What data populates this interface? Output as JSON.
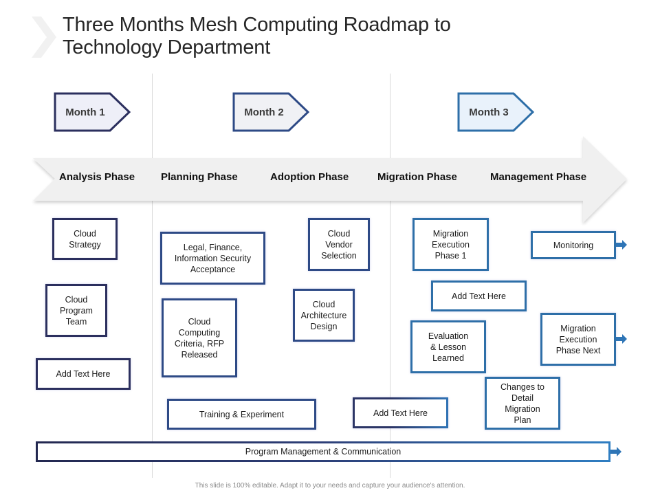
{
  "slide": {
    "title_line1": "Three Months Mesh Computing Roadmap to",
    "title_line2": "Technology  Department",
    "footer": "This slide is 100% editable. Adapt it to your needs and capture your audience's attention."
  },
  "colors": {
    "month1_border": "#2b2f5e",
    "month2_border": "#2e4a86",
    "month3_border": "#2e6fa8",
    "phase_band": "#f0f0f0",
    "arrow_blue": "#2e75b6"
  },
  "months": [
    {
      "label": "Month 1"
    },
    {
      "label": "Month 2"
    },
    {
      "label": "Month 3"
    }
  ],
  "phases": [
    {
      "label": "Analysis Phase"
    },
    {
      "label": "Planning Phase"
    },
    {
      "label": "Adoption Phase"
    },
    {
      "label": "Migration Phase"
    },
    {
      "label": "Management Phase"
    }
  ],
  "tasks": {
    "cloud_strategy": "Cloud\nStrategy",
    "cloud_program_team": "Cloud\nProgram\nTeam",
    "add_text_1": "Add Text Here",
    "legal_finance": "Legal, Finance,\nInformation  Security\nAcceptance",
    "cloud_computing_criteria": "Cloud\nComputing\nCriteria, RFP\nReleased",
    "training_experiment": "Training  & Experiment",
    "cloud_vendor_selection": "Cloud\nVendor\nSelection",
    "cloud_architecture_design": "Cloud\nArchitecture\nDesign",
    "add_text_2": "Add Text Here",
    "migration_execution_phase1": "Migration\nExecution\nPhase 1",
    "add_text_3": "Add Text Here",
    "evaluation_lesson": "Evaluation\n& Lesson\nLearned",
    "changes_detail_plan": "Changes  to\nDetail\nMigration\nPlan",
    "monitoring": "Monitoring",
    "migration_execution_next": "Migration\nExecution\nPhase Next",
    "program_management": "Program  Management  & Communication"
  },
  "icons": {
    "title_decoration": "chevron-right-icon",
    "continuation": "arrow-right-icon"
  }
}
